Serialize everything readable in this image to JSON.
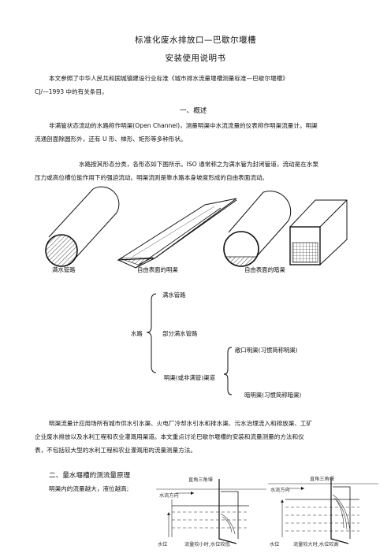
{
  "doc": {
    "title": "标准化废水排放口—巴歇尔堰槽",
    "subtitle": "安装使用说明书",
    "intro_line1": "本文参照了中华人民共和国城镇建设行业标准《城市排水流量堰槽测量标准—巴歇尔堰槽》",
    "intro_line2": "CJ/—1993 中的有关条目。",
    "section1_heading": "一、概述",
    "s1_p1_line1": "非满管状态流动的水路称作明渠(Open Channel)，测量明渠中水流流量的仪表称作明渠流量计。明渠",
    "s1_p1_line2": "流通剖面除圆形外，还有 U 形、梯形、矩形等多种形状。",
    "s1_p2_line1": "水路按其形态分类，各形态如下图所示。ISO 通常称之为满水管为封闭管道，流动是在水泵",
    "s1_p2_line2": "压力或高位槽位能作用下的强迫流动。明渠流则是靠水路本身坡度形成的自由表面流动。",
    "fig_labels": {
      "full_pipe": "满水管路",
      "open_channel": "自由表面的明渠",
      "culvert": "自由表面的暗渠"
    },
    "tree": {
      "full_pipe": "满水管路",
      "water_route": "水路",
      "partial_pipe": "部分满水管路",
      "open_channel_usual": "敞口明渠(习惯简称明渠)",
      "non_full_channel": "明渠(或非满管)渠道",
      "culvert_usual": "暗明渠(习惯简称暗渠)"
    },
    "s1_p3_line1": "明渠流量计应用场所有城市供水引水渠、火电厂冷却水引水和排水渠、污水治理流入和排放渠、工矿",
    "s1_p3_line2": "企业废水排放以及水利工程和农业灌溉用渠道。本文重点讨论巴歇尔堰槽的安装和流量测量的方法和仪",
    "s1_p3_line3": "表，不包括较大型的水利工程和农业灌溉用的流量测量方法。",
    "section2_heading": "二、量水堰槽的测流量原理",
    "s2_p1": "明渠内的流量越大，液位越高;",
    "weir_fig": {
      "left_title": "直角三角堰",
      "left_flow": "水流方向",
      "left_level": "水位",
      "left_caption": "流量较小时,水位较低",
      "right_title": "直角三角堰",
      "right_flow": "水流方向",
      "right_level": "水位",
      "right_caption": "流量较大时,水位较高"
    }
  }
}
